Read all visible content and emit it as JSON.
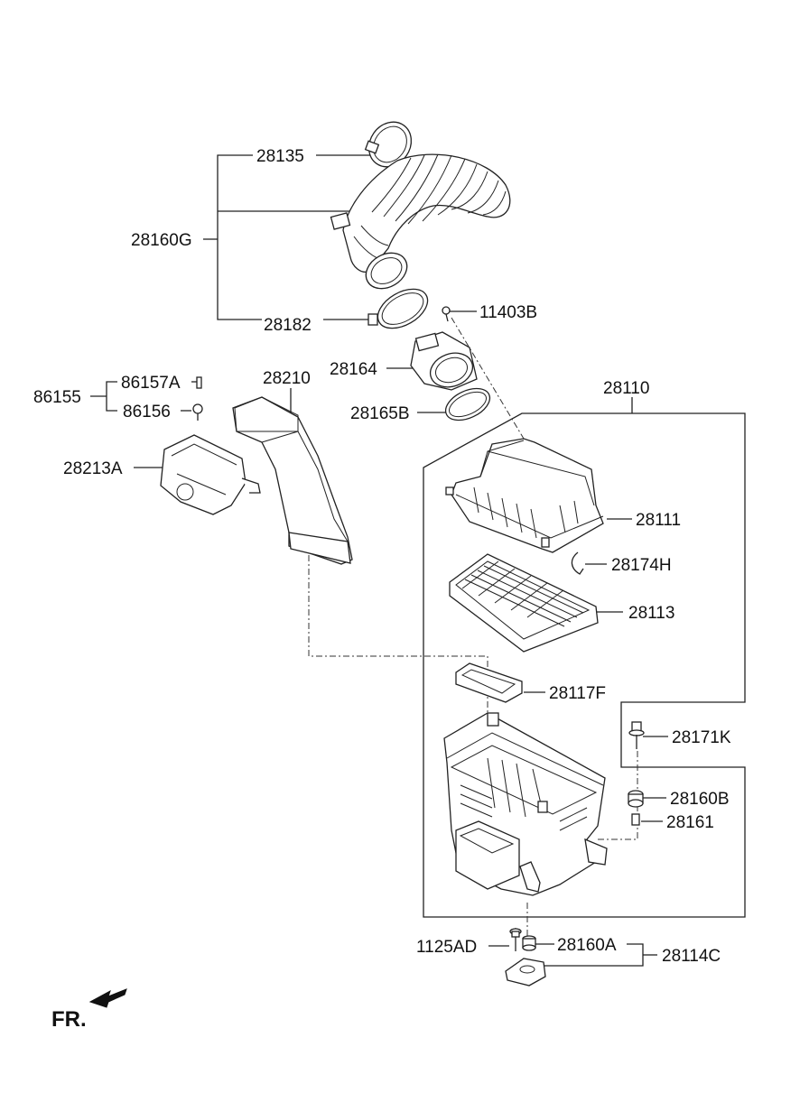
{
  "parts": {
    "p28135": "28135",
    "p28160G": "28160G",
    "p28182": "28182",
    "p11403B": "11403B",
    "p28164": "28164",
    "p28165B": "28165B",
    "p28210": "28210",
    "p86155": "86155",
    "p86157A": "86157A",
    "p86156": "86156",
    "p28213A": "28213A",
    "p28110": "28110",
    "p28111": "28111",
    "p28174H": "28174H",
    "p28113": "28113",
    "p28117F": "28117F",
    "p28171K": "28171K",
    "p28160B": "28160B",
    "p28161": "28161",
    "p1125AD": "1125AD",
    "p28160A": "28160A",
    "p28114C": "28114C"
  },
  "direction_label": "FR."
}
